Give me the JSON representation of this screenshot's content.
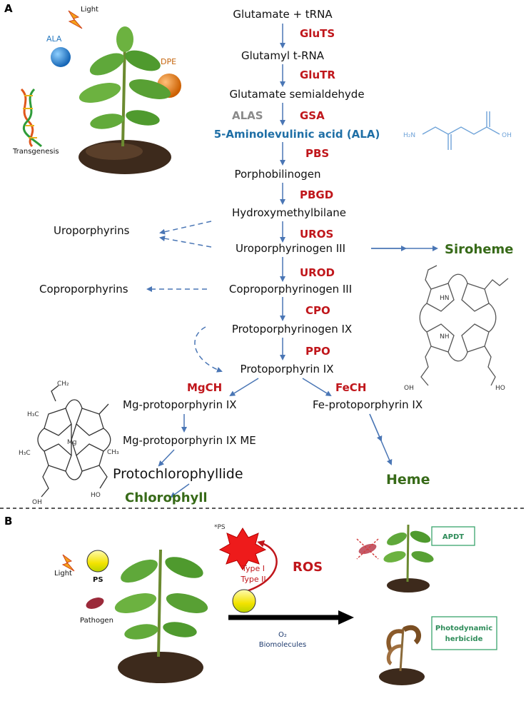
{
  "panels": {
    "a": "A",
    "b": "B"
  },
  "panel_a": {
    "plant_labels": {
      "light": "Light",
      "ala": "ALA",
      "dpe": "DPE",
      "transgenesis": "Transgenesis"
    },
    "pathway": {
      "glutamate_trna": "Glutamate + tRNA",
      "glutamyl_trna": "Glutamyl t-RNA",
      "glutamate_semialdehyde": "Glutamate semialdehyde",
      "ala": "5-Aminolevulinic acid (ALA)",
      "porphobilinogen": "Porphobilinogen",
      "hydroxymethylbilane": "Hydroxymethylbilane",
      "uroporphyrinogen": "Uroporphyrinogen  III",
      "coproporphyrinogen": "Coproporphyrinogen  III",
      "protoporphyrinogen": "Protoporphyrinogen  IX",
      "protoporphyrin": "Protoporphyrin  IX",
      "mg_protoporphyrin": "Mg-protoporphyrin  IX",
      "fe_protoporphyrin": "Fe-protoporphyrin  IX",
      "mg_protoporphyrin_me": "Mg-protoporphyrin  IX ME",
      "protochlorophyllide": "Protochlorophyllide",
      "chlorophyll": "Chlorophyll",
      "heme": "Heme",
      "siroheme": "Siroheme",
      "uroporphyrins": "Uroporphyrins",
      "coproporphyrins": "Coproporphyrins"
    },
    "enzymes": {
      "gluts": "GluTS",
      "glutr": "GluTR",
      "alas": "ALAS",
      "gsa": "GSA",
      "pbs": "PBS",
      "pbgd": "PBGD",
      "uros": "UROS",
      "urod": "UROD",
      "cpo": "CPO",
      "ppo": "PPO",
      "mgch": "MgCH",
      "fech": "FeCH"
    },
    "ala_structure": {
      "h2n": "H₂N",
      "oh": "OH"
    },
    "porphyrin_labels": {
      "nh": "NH",
      "hn": "HN",
      "oh": "OH",
      "ho": "HO"
    },
    "chl_labels": {
      "ch2": "CH₂",
      "h3c": "H₃C",
      "mg": "Mg",
      "ch3": "CH₃",
      "oh": "OH",
      "ho": "HO",
      "h3c_ester": "H₃C"
    }
  },
  "panel_b": {
    "light": "Light",
    "ps": "PS",
    "pathogen": "Pathogen",
    "excited_ps": "*PS",
    "type1": "Type I",
    "type2": "Type II",
    "ros": "ROS",
    "o2": "O₂",
    "biomolecules": "Biomolecules",
    "apdt": "APDT",
    "herbicide_line1": "Photodynamic",
    "herbicide_line2": "herbicide"
  },
  "colors": {
    "enzyme_red": "#c0161b",
    "product_green": "#376a18",
    "ala_blue": "#1f6fa6",
    "alas_gray": "#8a8a8a",
    "arrow_blue": "#4a76b5",
    "box_green": "#3aa56c",
    "ala_sphere": "#2e86d1",
    "dpe_sphere": "#e07a1c"
  }
}
